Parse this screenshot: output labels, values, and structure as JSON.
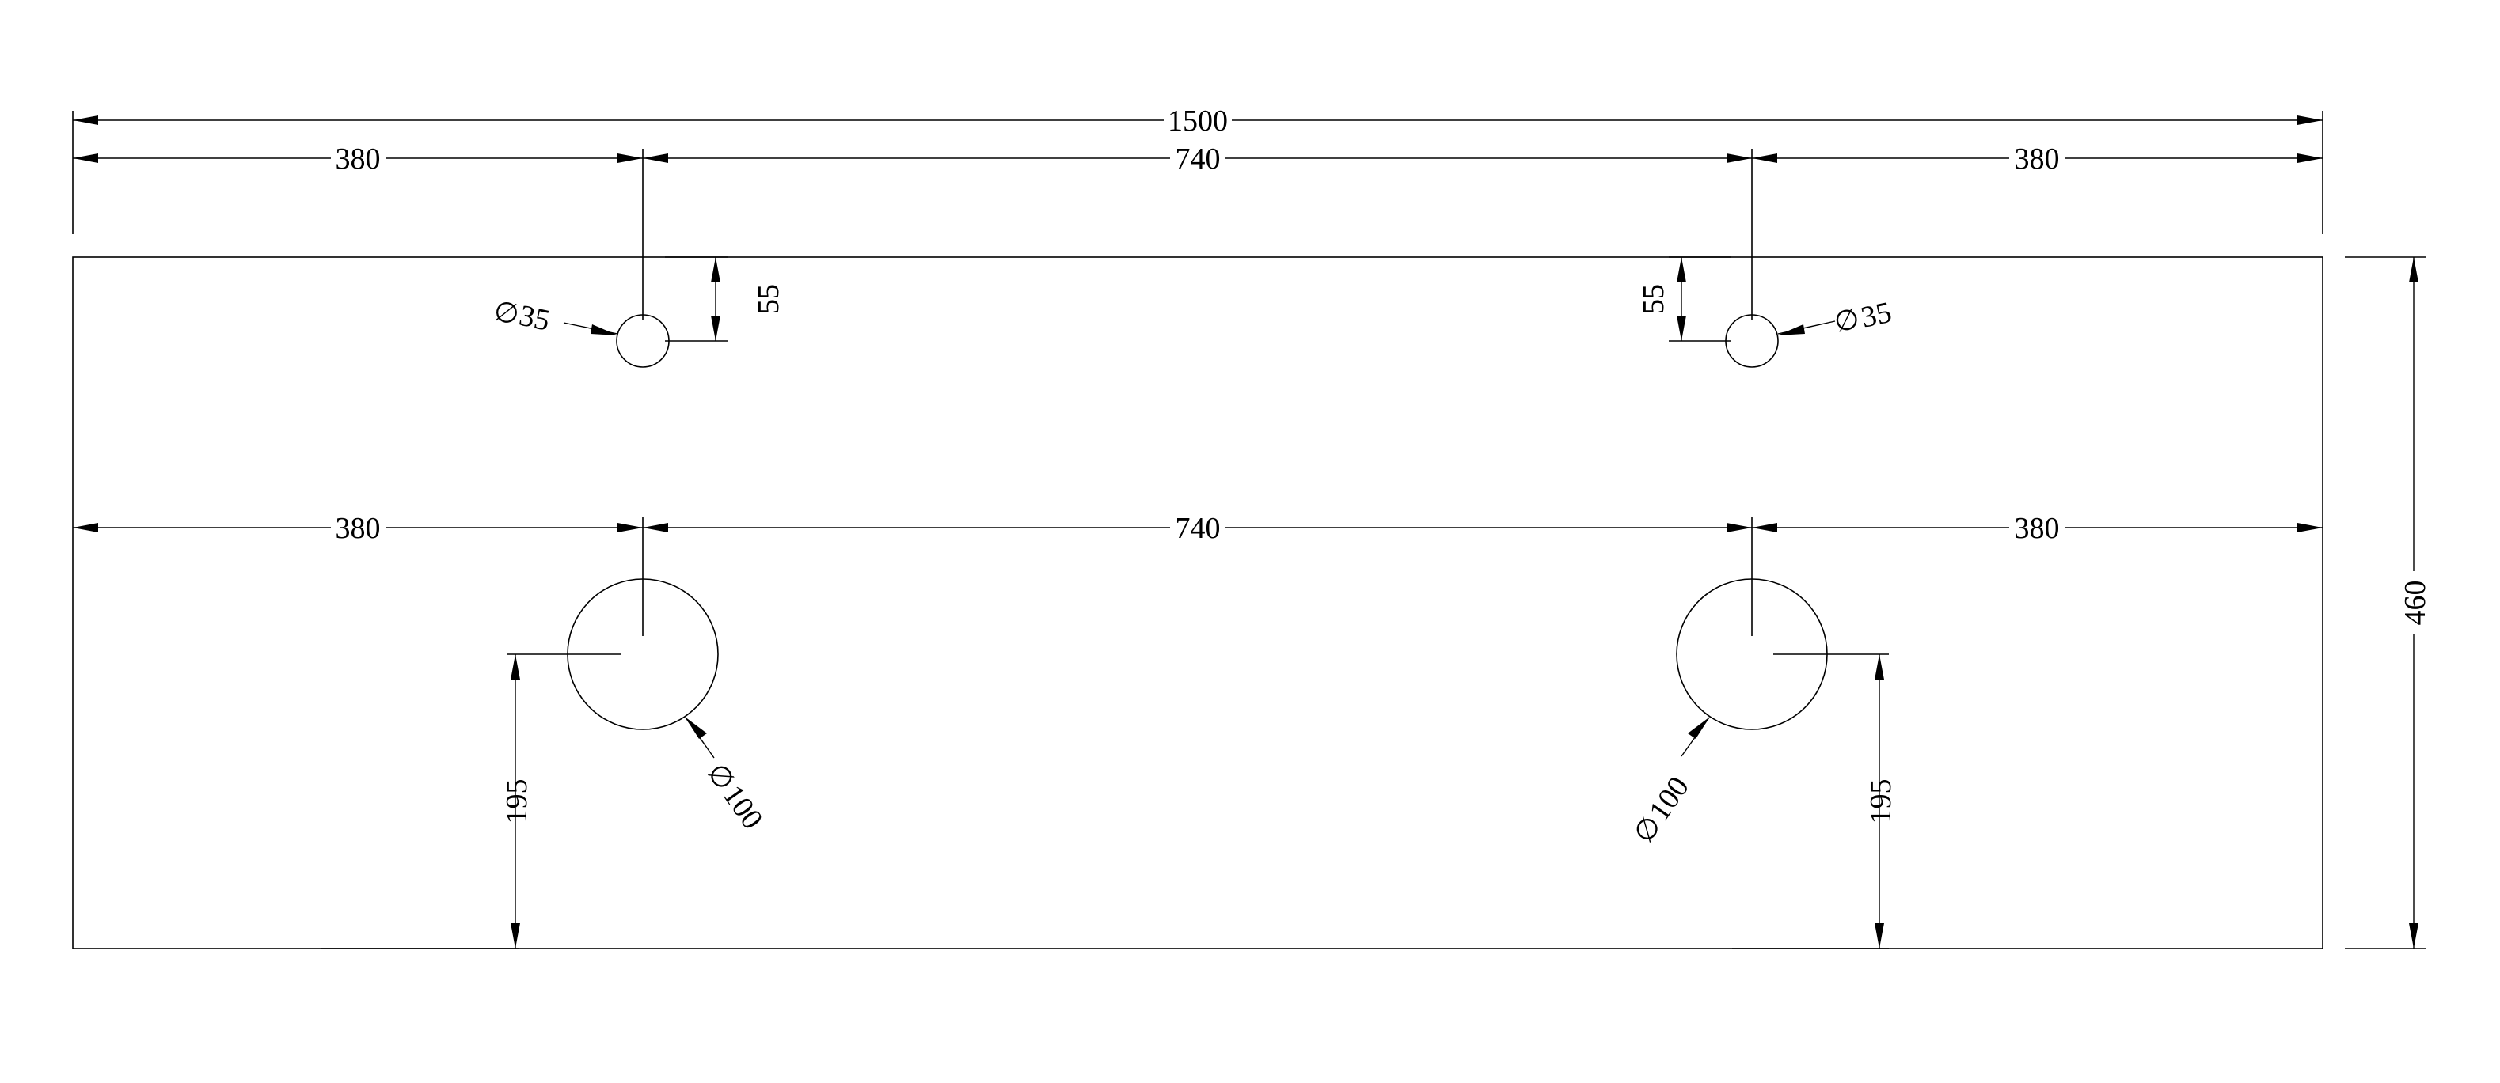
{
  "drawing": {
    "overall_width_label": "1500",
    "height_label": "460",
    "top_row": {
      "left_label": "380",
      "middle_label": "740",
      "right_label": "380"
    },
    "mid_row": {
      "left_label": "380",
      "middle_label": "740",
      "right_label": "380"
    },
    "small_hole": {
      "diameter_symbol": "∅",
      "diameter_label": "35",
      "offset_label": "55"
    },
    "large_hole": {
      "diameter_symbol": "∅",
      "diameter_label": "100",
      "offset_label": "195"
    }
  }
}
